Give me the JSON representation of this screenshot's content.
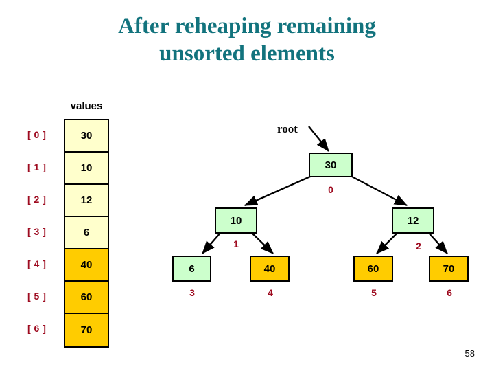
{
  "slide": {
    "title_line1": "After reheaping remaining",
    "title_line2": "unsorted elements",
    "page_number": "58",
    "title_color": "#12737d"
  },
  "array": {
    "header": "values",
    "unsorted_color": "#ffffcc",
    "sorted_color": "#ffcc00",
    "index_color": "#9e0b20",
    "cells": [
      {
        "index_label": "[ 0 ]",
        "value": "30",
        "state": "unsorted"
      },
      {
        "index_label": "[ 1 ]",
        "value": "10",
        "state": "unsorted"
      },
      {
        "index_label": "[ 2 ]",
        "value": "12",
        "state": "unsorted"
      },
      {
        "index_label": "[ 3 ]",
        "value": "6",
        "state": "unsorted"
      },
      {
        "index_label": "[ 4 ]",
        "value": "40",
        "state": "sorted"
      },
      {
        "index_label": "[ 5 ]",
        "value": "60",
        "state": "sorted"
      },
      {
        "index_label": "[ 6 ]",
        "value": "70",
        "state": "sorted"
      }
    ]
  },
  "tree": {
    "root_label": "root",
    "green_color": "#ccffcc",
    "gold_color": "#ffcc00",
    "nodes": [
      {
        "value": "30",
        "index": "0",
        "state": "unsorted"
      },
      {
        "value": "10",
        "index": "1",
        "state": "unsorted"
      },
      {
        "value": "12",
        "index": "2",
        "state": "unsorted"
      },
      {
        "value": "6",
        "index": "3",
        "state": "unsorted"
      },
      {
        "value": "40",
        "index": "4",
        "state": "sorted"
      },
      {
        "value": "60",
        "index": "5",
        "state": "sorted"
      },
      {
        "value": "70",
        "index": "6",
        "state": "sorted"
      }
    ]
  }
}
